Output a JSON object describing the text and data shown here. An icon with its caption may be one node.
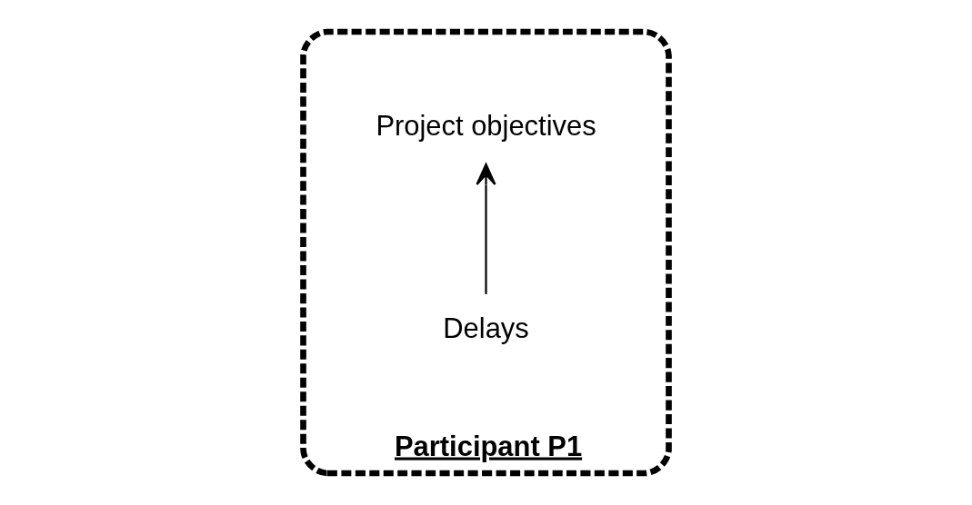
{
  "diagram": {
    "nodes": [
      {
        "text": [
          "Participant P1"
        ]
      },
      {
        "text": [
          "Project objectives"
        ],
        "in": 0
      },
      {
        "text": [
          "Delays"
        ],
        "in": 0
      }
    ],
    "edges": [
      {
        "from": 2,
        "to": 1,
        "arrow": "to"
      }
    ]
  }
}
